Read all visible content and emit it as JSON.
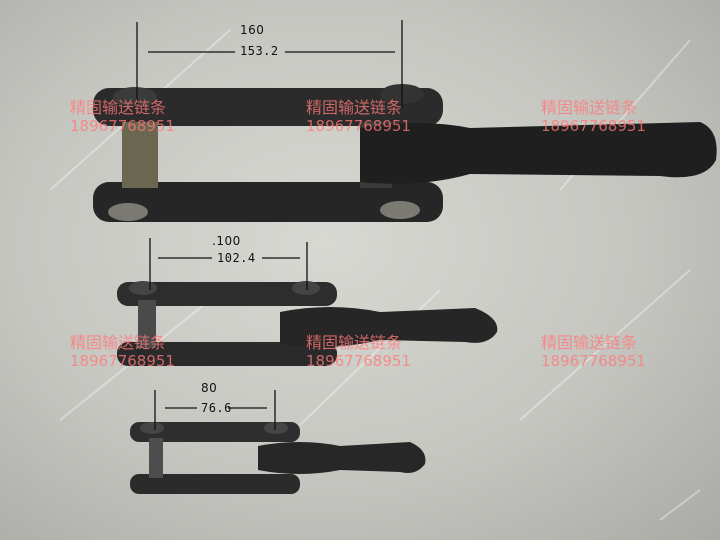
{
  "chains": [
    {
      "size_label": "160",
      "measured_label": "153.2"
    },
    {
      "size_label": ".100",
      "measured_label": "102.4"
    },
    {
      "size_label": "80",
      "measured_label": "76.6"
    }
  ],
  "watermark": {
    "company": "精固输送链条",
    "phone": "18967768951"
  }
}
